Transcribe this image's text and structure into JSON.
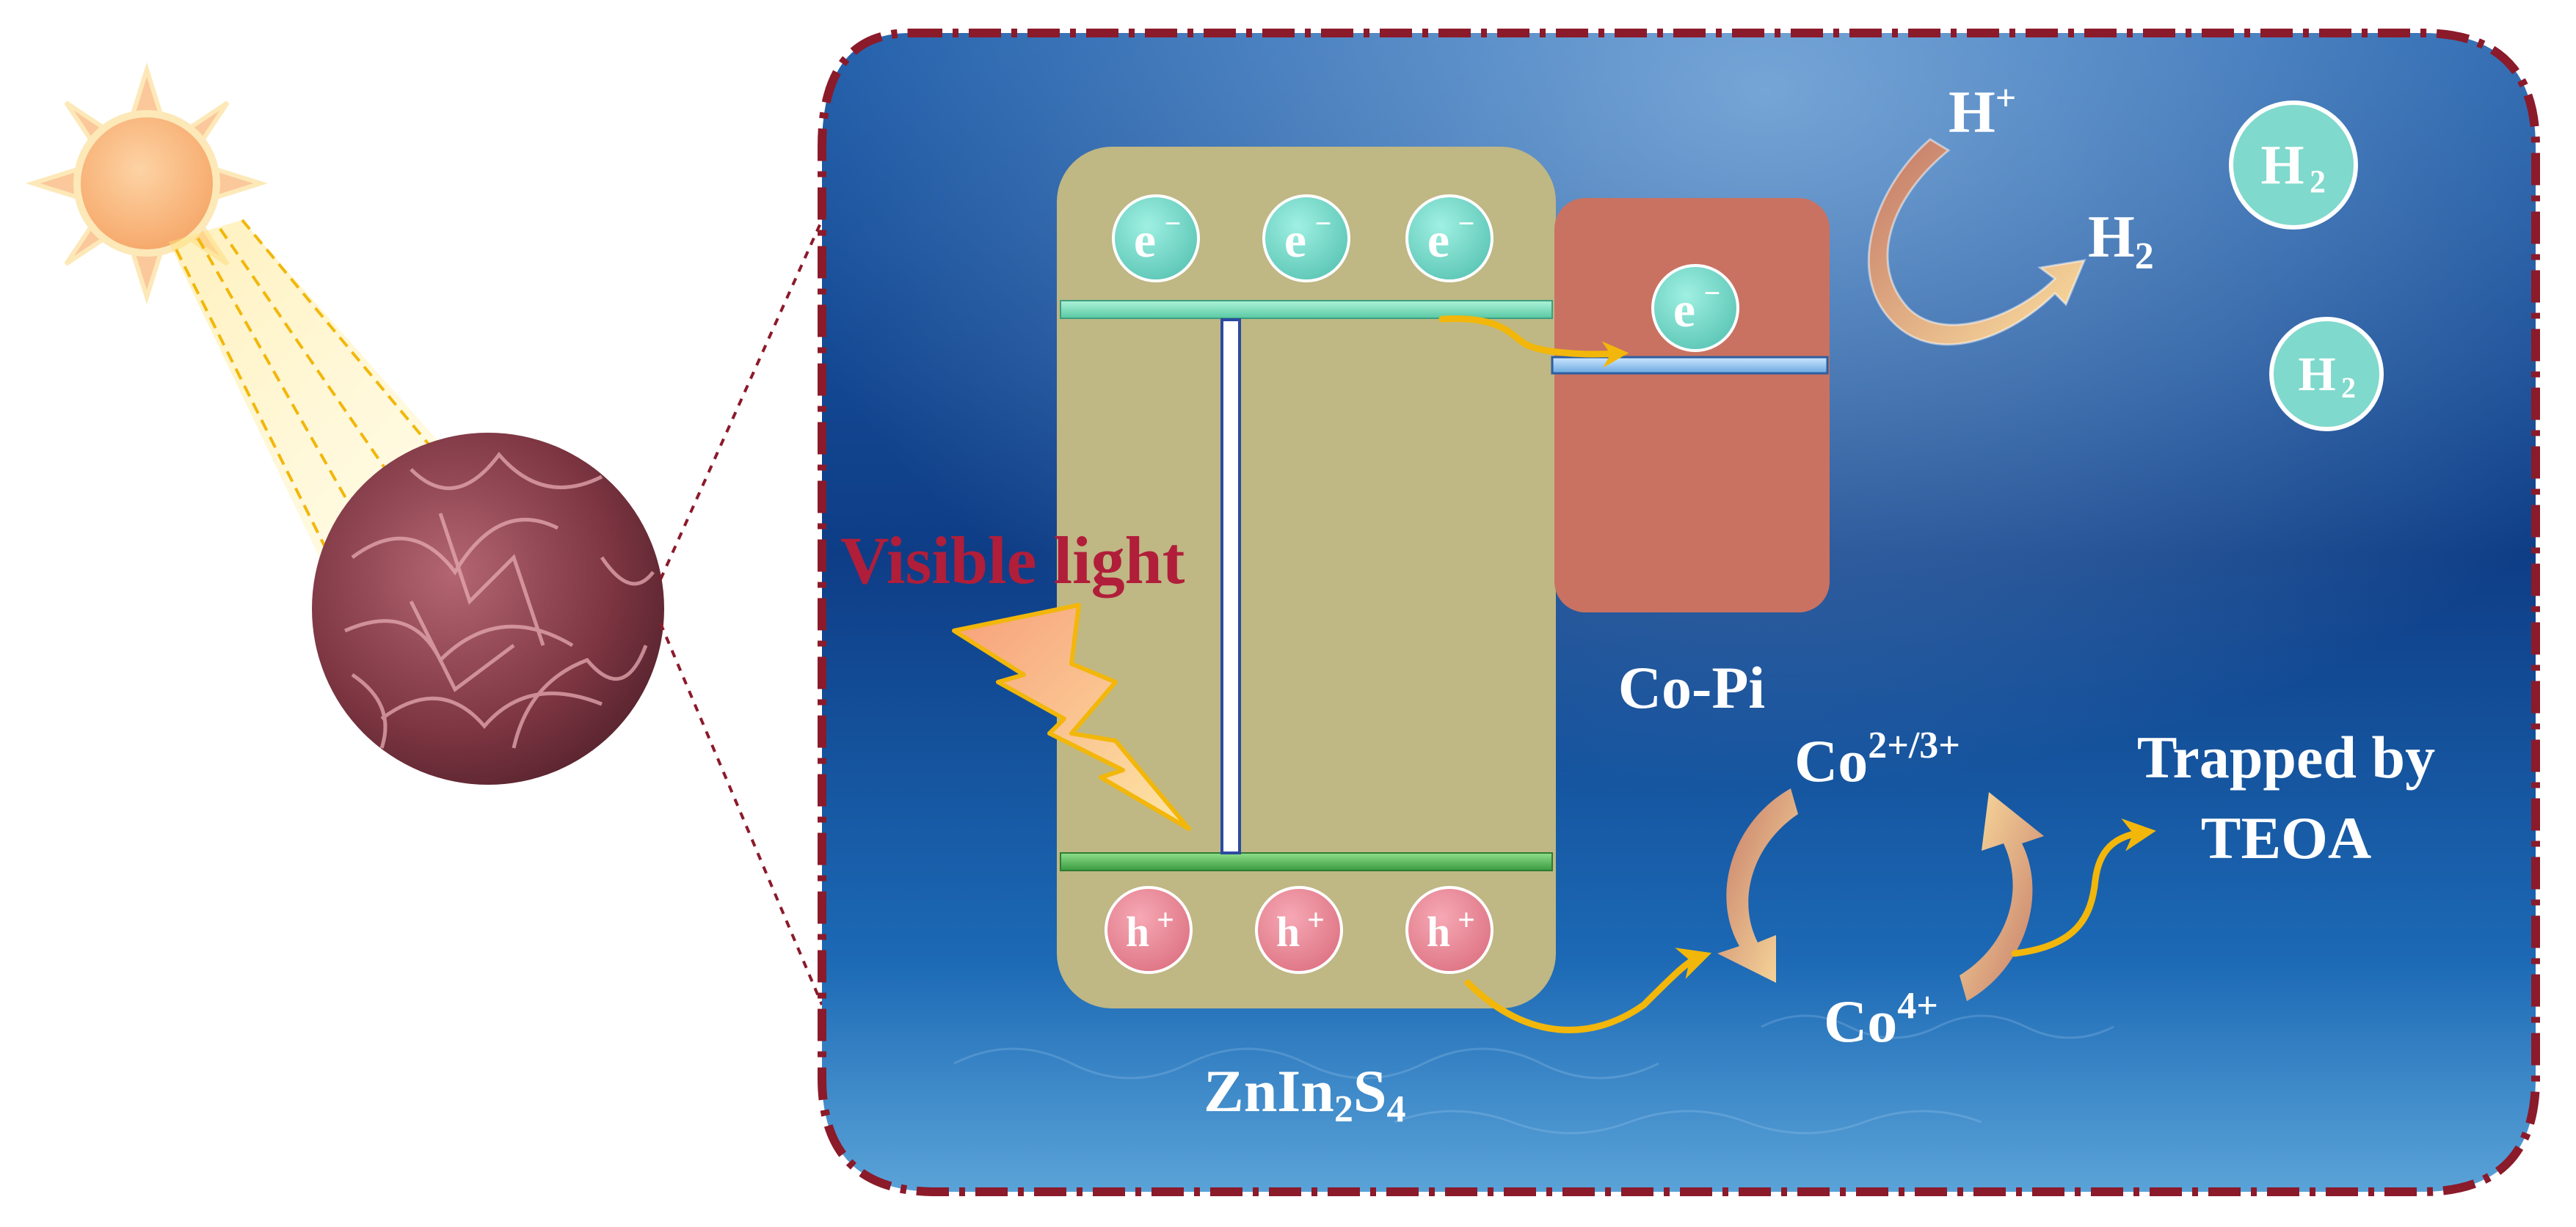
{
  "labels": {
    "visible_light": "Visible light",
    "copi": "Co-Pi",
    "zis_main": "ZnIn",
    "zis_sub1": "2",
    "zis_mid": "S",
    "zis_sub2": "4",
    "co23_base": "Co",
    "co23_sup": "2+/3+",
    "co4_base": "Co",
    "co4_sup": "4+",
    "trapped_line1": "Trapped by",
    "trapped_line2": "TEOA",
    "hplus_base": "H",
    "hplus_sup": "+",
    "h2_base": "H",
    "h2_sub": "2",
    "electron_base": "e",
    "electron_sup": "−",
    "hole_base": "h",
    "hole_sup": "+"
  },
  "colors": {
    "ocean_dark": "#0d3a7a",
    "ocean_light": "#2f7fc4",
    "zis_body": "#bfb784",
    "copi_body": "#c97262",
    "electron": "#7fd9cc",
    "hole": "#e98c9a",
    "band_cb": "#7fe0c0",
    "band_vb": "#4caf50",
    "arrow_yellow": "#f2b70a",
    "frame_red": "#8b1a2a",
    "visible_text": "#b01e3a",
    "sun": "#f8b87a",
    "sphere": "#8a4450"
  }
}
